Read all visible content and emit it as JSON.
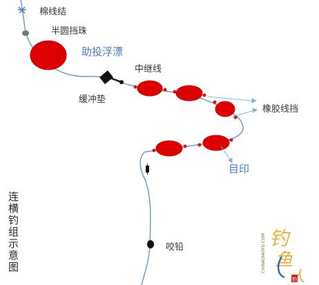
{
  "labels": {
    "cotton_knot": "棉线结",
    "half_round_bead": "半圆挡珠",
    "float": "助投浮漂",
    "relay_line": "中继线",
    "buffer_pad": "缓冲垫",
    "rubber_stop": "橡胶线挡",
    "marker": "目印",
    "bite_lead": "咬铅"
  },
  "title_vertical": [
    "连",
    "横",
    "钓",
    "组",
    "示",
    "意",
    "图"
  ],
  "watermark": {
    "url_text": "CHINADIAOYU.COM",
    "chars": [
      "钓",
      "鱼",
      "人"
    ],
    "seal": "钓"
  },
  "colors": {
    "line": "#6b8fb5",
    "float": "#dd0000",
    "float_dark": "#b00000",
    "marker": "#cc1111",
    "arrow": "#8ab0d6",
    "label_blue": "#4a78b5"
  }
}
